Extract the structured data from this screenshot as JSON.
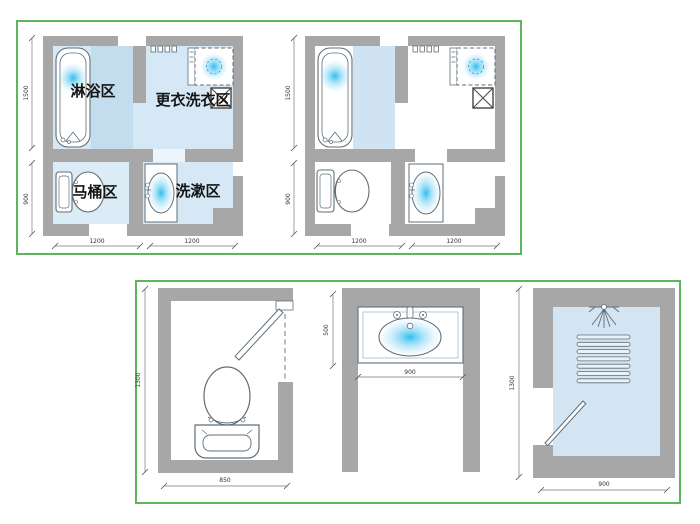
{
  "page": {
    "background": "#ffffff"
  },
  "colors": {
    "panel_border": "#5cb65c",
    "wall": "#a7a7a7",
    "floor_light_blue": "#d6e8f5",
    "floor_dark_blue": "#c3dcee",
    "toilet_floor_blue": "#dcecf7",
    "shower_floor_blue": "#d3e4f3",
    "water_accent": "#2fbcec",
    "fixture_line": "#5f6e78",
    "dim_line": "#777777",
    "label_text": "#151515"
  },
  "panels": {
    "top": {
      "plan_a": {
        "name": "labeled bathroom layout",
        "labels": {
          "shower_zone": "淋浴区",
          "laundry_zone": "更衣洗衣区",
          "toilet_zone": "马桶区",
          "wash_zone": "洗漱区"
        },
        "dims": {
          "v_top": "1500",
          "v_bottom": "900",
          "h_left": "1200",
          "h_right": "1200"
        }
      },
      "plan_b": {
        "name": "unlabeled bathroom layout",
        "dims": {
          "v_top": "1500",
          "v_bottom": "900",
          "h_left": "1200",
          "h_right": "1200"
        }
      }
    },
    "bottom": {
      "plan_c": {
        "name": "toilet compartment",
        "dims": {
          "v": "1300",
          "h": "850"
        }
      },
      "plan_d": {
        "name": "wash basin alcove",
        "dims": {
          "v": "500",
          "h": "900"
        }
      },
      "plan_e": {
        "name": "shower room",
        "dims": {
          "v": "1300",
          "h": "900"
        }
      }
    }
  },
  "icons": {
    "bathtub": "bathtub-icon",
    "washing_machine": "washing-machine-icon",
    "duct_shaft": "duct-shaft-icon",
    "vent_grille": "vent-grille-icon",
    "toilet": "toilet-icon",
    "wash_basin": "wash-basin-icon",
    "shower_head": "shower-head-icon",
    "floor_drain": "floor-drain-icon",
    "door_swing": "door-swing-icon"
  }
}
